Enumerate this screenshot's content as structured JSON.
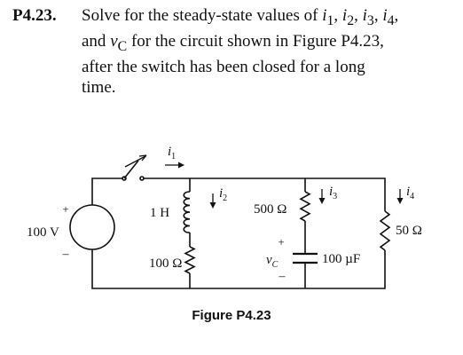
{
  "problem": {
    "number": "P4.23.",
    "text_parts": [
      "Solve for the steady-state values of ",
      "i",
      "1",
      ", ",
      "i",
      "2",
      ", ",
      "i",
      "3",
      ", ",
      "i",
      "4",
      ",",
      "and ",
      "v",
      "C",
      " for the circuit shown in Figure P4.23,",
      "after the switch has been closed for a long",
      "time."
    ]
  },
  "circuit": {
    "source_value": "100 V",
    "source_plus": "+",
    "source_minus": "–",
    "inductor_value": "1 H",
    "resistor_left_value": "100 Ω",
    "resistor_mid_value": "500 Ω",
    "capacitor_value": "100 µF",
    "resistor_right_value": "50 Ω",
    "vc_var": "v",
    "vc_sub": "C",
    "vc_plus": "+",
    "vc_minus": "–",
    "i1_var": "i",
    "i1_sub": "1",
    "i2_var": "i",
    "i2_sub": "2",
    "i3_var": "i",
    "i3_sub": "3",
    "i4_var": "i",
    "i4_sub": "4"
  },
  "figure_caption": "Figure P4.23"
}
